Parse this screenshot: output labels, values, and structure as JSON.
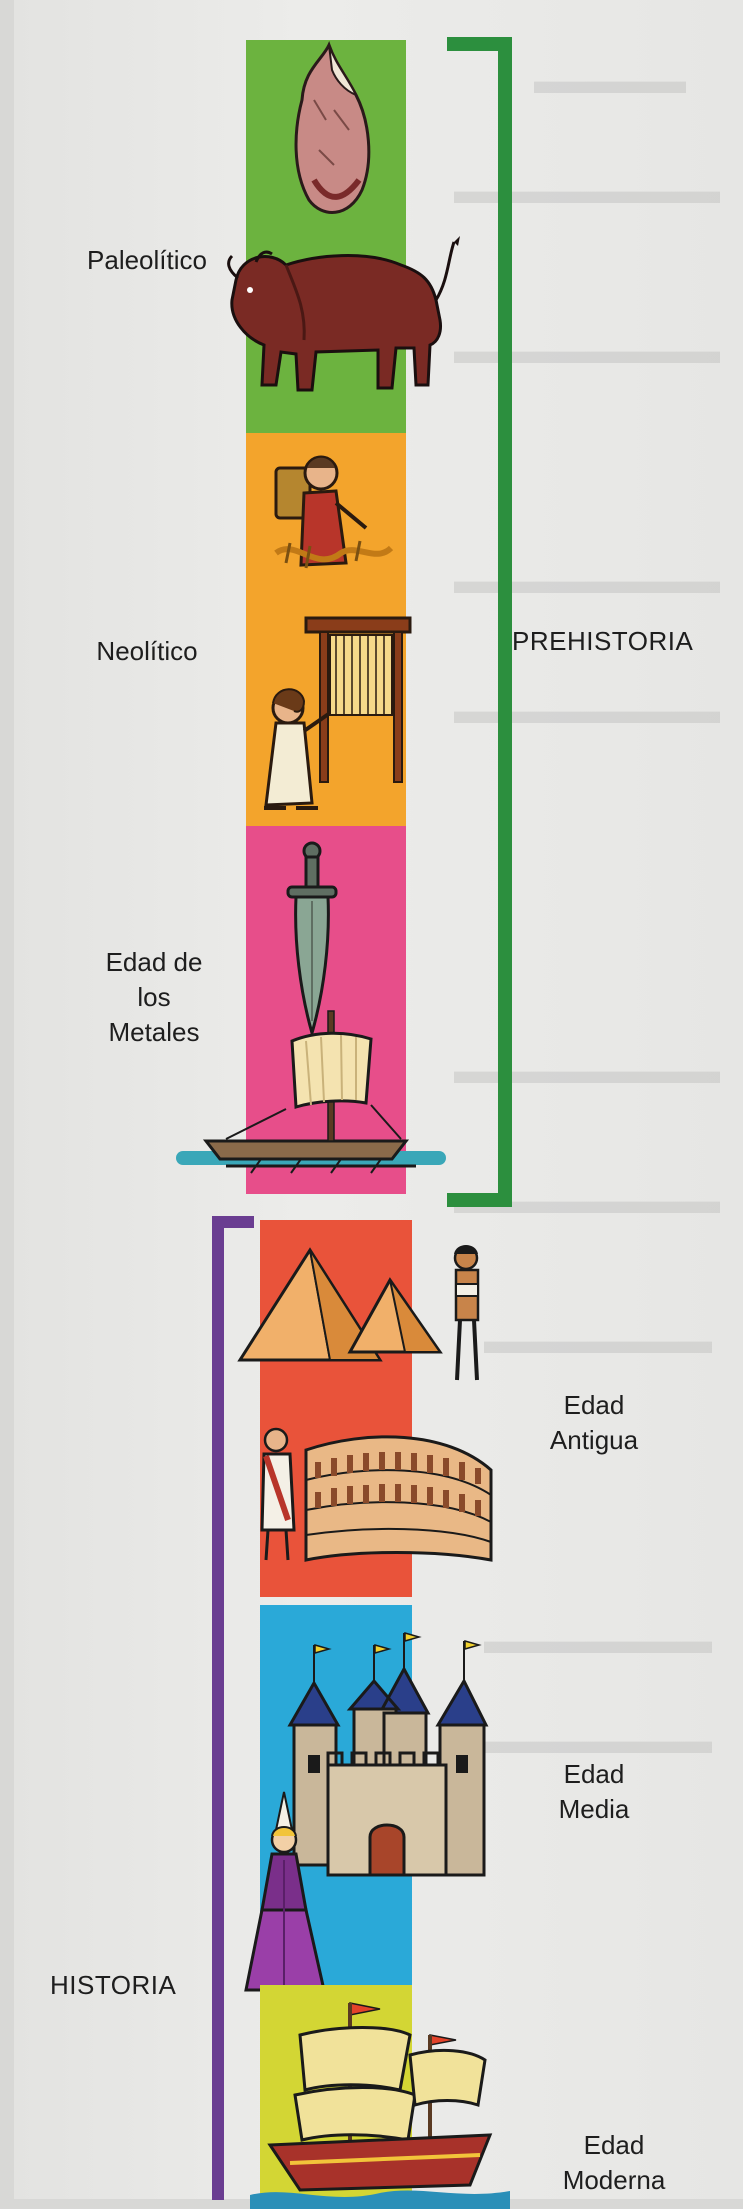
{
  "timeline": {
    "periods": [
      {
        "id": "paleolitico",
        "label_lines": [
          "Paleolítico"
        ],
        "color": "#6cb33f",
        "icons": [
          "stone-tool-icon",
          "bison-icon"
        ]
      },
      {
        "id": "neolitico",
        "label_lines": [
          "Neolítico"
        ],
        "color": "#f3a42c",
        "icons": [
          "farmer-icon",
          "weaver-icon"
        ]
      },
      {
        "id": "edad-de-los-metales",
        "label_lines": [
          "Edad de",
          "los",
          "Metales"
        ],
        "color": "#e74e8a",
        "icons": [
          "sword-icon",
          "sailboat-icon"
        ]
      },
      {
        "id": "edad-antigua",
        "label_lines": [
          "Edad",
          "Antigua"
        ],
        "color": "#e9533a",
        "icons": [
          "pyramids-icon",
          "colosseum-icon"
        ]
      },
      {
        "id": "edad-media",
        "label_lines": [
          "Edad",
          "Media"
        ],
        "color": "#2aa9d8",
        "icons": [
          "castle-icon",
          "lady-icon"
        ]
      },
      {
        "id": "edad-moderna",
        "label_lines": [
          "Edad",
          "Moderna"
        ],
        "color": "#d3d634",
        "icons": [
          "galleon-icon"
        ]
      }
    ],
    "eras": {
      "prehistoria": {
        "label": "PREHISTORIA",
        "color": "#2c8f3e"
      },
      "historia": {
        "label": "HISTORIA",
        "color": "#6a3d91"
      }
    }
  }
}
